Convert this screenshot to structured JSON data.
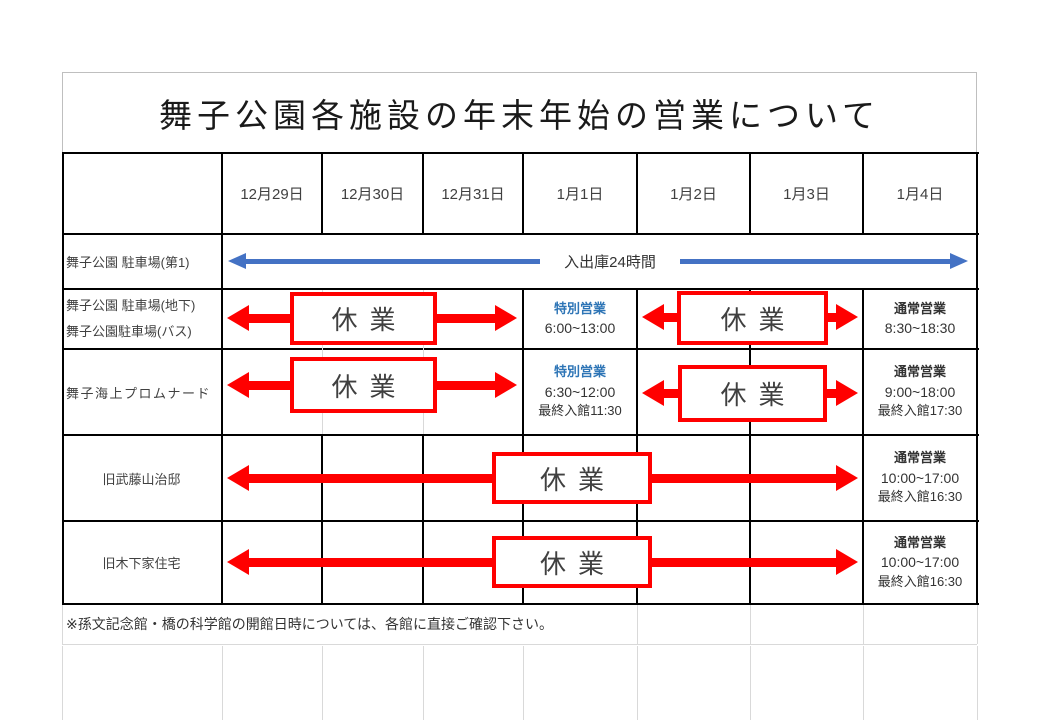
{
  "title": "舞子公園各施設の年末年始の営業について",
  "colors": {
    "table_border": "#000000",
    "accent_red": "#ff0000",
    "accent_blue": "#4472c4",
    "special_blue": "#2e75b6",
    "faint_grid": "#d9d9d9"
  },
  "table": {
    "date_headers": [
      "12月29日",
      "12月30日",
      "12月31日",
      "1月1日",
      "1月2日",
      "1月3日",
      "1月4日"
    ],
    "rows": [
      {
        "label": "舞子公園 駐車場(第1)",
        "arrow_label": "入出庫24時間"
      },
      {
        "label1": "舞子公園 駐車場(地下)",
        "label2": "舞子公園駐車場(バス)",
        "closed_left": "休業",
        "closed_right": "休業",
        "special": {
          "title": "特別営業",
          "time": "6:00~13:00"
        },
        "normal": {
          "title": "通常営業",
          "time": "8:30~18:30"
        }
      },
      {
        "label": "舞子海上プロムナード",
        "closed_left": "休業",
        "closed_right": "休業",
        "special": {
          "title": "特別営業",
          "time": "6:30~12:00",
          "note": "最終入館11:30"
        },
        "normal": {
          "title": "通常営業",
          "time": "9:00~18:00",
          "note": "最終入館17:30"
        }
      },
      {
        "label": "旧武藤山治邸",
        "closed": "休業",
        "normal": {
          "title": "通常営業",
          "time": "10:00~17:00",
          "note": "最終入館16:30"
        }
      },
      {
        "label": "旧木下家住宅",
        "closed": "休業",
        "normal": {
          "title": "通常営業",
          "time": "10:00~17:00",
          "note": "最終入館16:30"
        }
      }
    ],
    "footnote": "※孫文記念館・橋の科学館の開館日時については、各館に直接ご確認下さい。"
  }
}
